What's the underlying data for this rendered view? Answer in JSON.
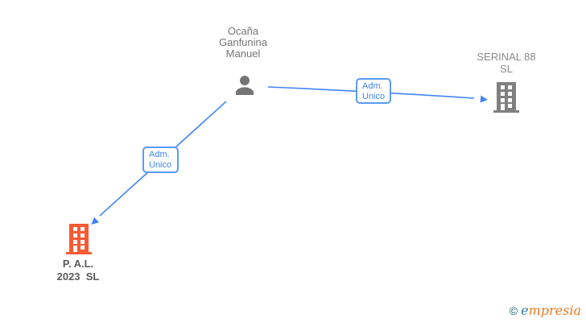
{
  "diagram": {
    "type": "ownership-graph",
    "background": "#ffffff",
    "colors": {
      "edge_blue": "#4285f4",
      "edge_box_border": "#5b9bf8",
      "person_gray": "#757575",
      "company_gray": "#808080",
      "company_orange": "#fa5a33",
      "logo_teal": "#16606e",
      "logo_blue": "#2e75b5",
      "logo_orange": "#e87a22"
    },
    "nodes": [
      {
        "id": "person",
        "type": "person",
        "icon": "person-icon",
        "label_lines": [
          "Ocaña",
          "Ganfunina",
          "Manuel"
        ]
      },
      {
        "id": "serinal",
        "type": "company",
        "icon": "building-icon",
        "label_lines": [
          "SERINAL 88",
          "SL"
        ]
      },
      {
        "id": "pal",
        "type": "company",
        "icon": "building-icon",
        "label_lines": [
          "P. A.L.",
          "2023  SL"
        ]
      }
    ],
    "edges": [
      {
        "from": "person",
        "to": "serinal",
        "label_lines": [
          "Adm.",
          "Unico"
        ]
      },
      {
        "from": "person",
        "to": "pal",
        "label_lines": [
          "Adm.",
          "Unico"
        ]
      }
    ]
  },
  "footer": {
    "copyright": "©",
    "brand_first": "e",
    "brand_rest": "mpresia"
  }
}
